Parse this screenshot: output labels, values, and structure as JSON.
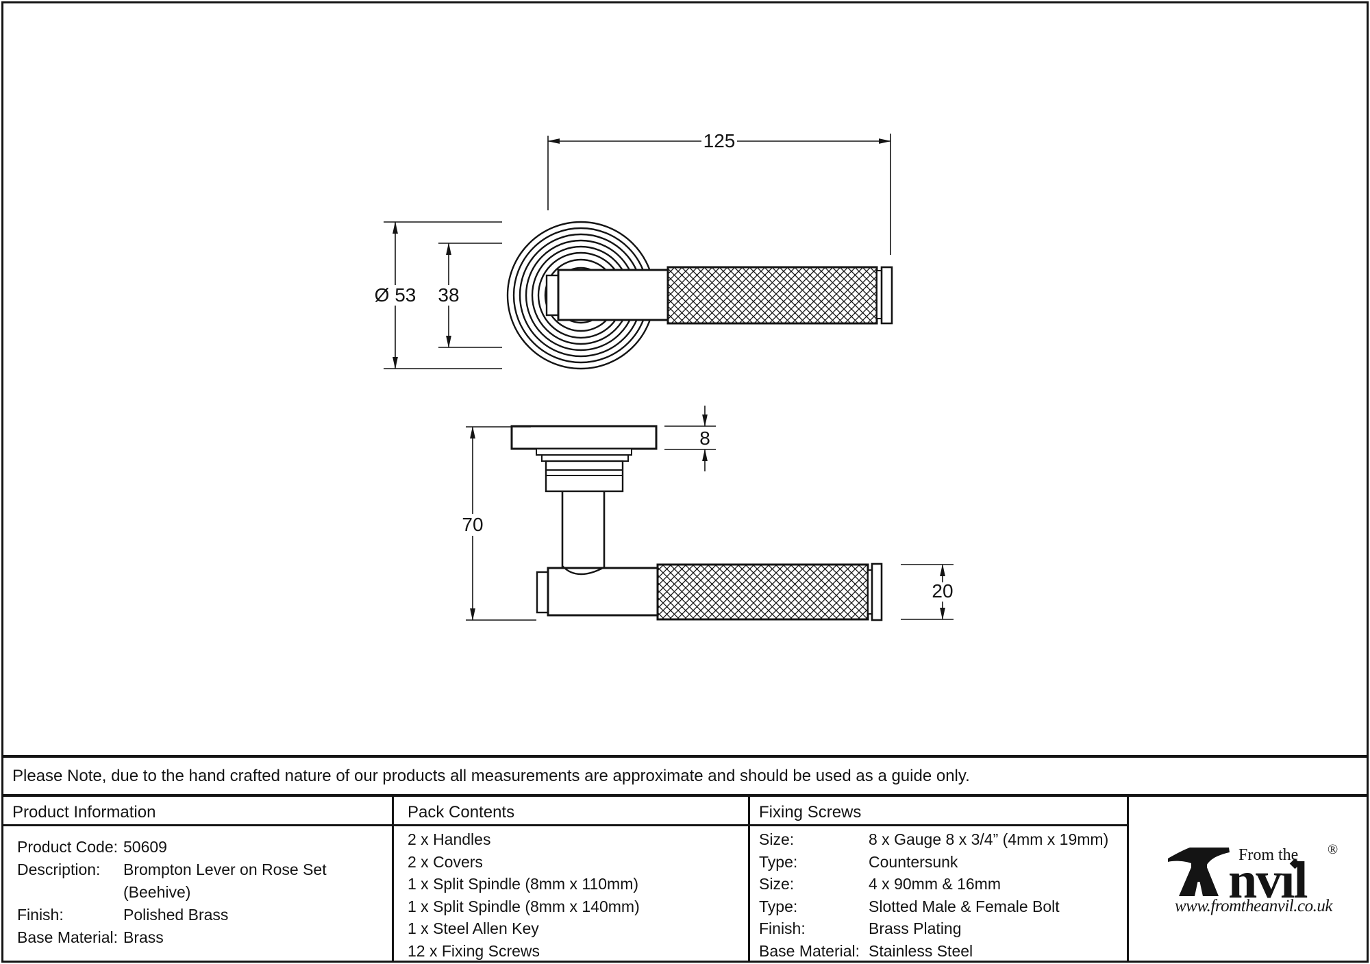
{
  "drawing": {
    "dims": {
      "handle_length": "125",
      "rose_diameter": "Ø 53",
      "rose_inner_diameter": "38",
      "rose_thickness": "8",
      "projection": "70",
      "handle_diameter": "20"
    }
  },
  "note": "Please Note, due to the hand crafted nature of our products all measurements are approximate and should be used as a guide only.",
  "table": {
    "product_information": {
      "title": "Product Information",
      "rows": [
        {
          "label": "Product Code:",
          "value": "50609"
        },
        {
          "label": "Description:",
          "value": "Brompton Lever on Rose Set"
        },
        {
          "label": "",
          "value": "(Beehive)"
        },
        {
          "label": "Finish:",
          "value": "Polished Brass"
        },
        {
          "label": "Base Material:",
          "value": "Brass"
        }
      ]
    },
    "pack_contents": {
      "title": "Pack Contents",
      "items": [
        "2 x Handles",
        "2 x Covers",
        "1 x Split Spindle (8mm x 110mm)",
        "1 x Split Spindle (8mm x 140mm)",
        "1 x Steel Allen Key",
        "12 x Fixing Screws"
      ]
    },
    "fixing_screws": {
      "title": "Fixing Screws",
      "rows": [
        {
          "label": "Size:",
          "value": "8 x Gauge 8 x 3/4” (4mm x 19mm)"
        },
        {
          "label": "Type:",
          "value": "Countersunk"
        },
        {
          "label": "Size:",
          "value": "4 x 90mm & 16mm"
        },
        {
          "label": "Type:",
          "value": "Slotted Male & Female Bolt"
        },
        {
          "label": "Finish:",
          "value": "Brass Plating"
        },
        {
          "label": "Base Material:",
          "value": "Stainless Steel"
        }
      ]
    }
  },
  "brand": {
    "name": "Anvil",
    "tagline": "From the",
    "wordmark_rest": "nvıl",
    "registered": "®",
    "website": "www.fromtheanvil.co.uk"
  }
}
